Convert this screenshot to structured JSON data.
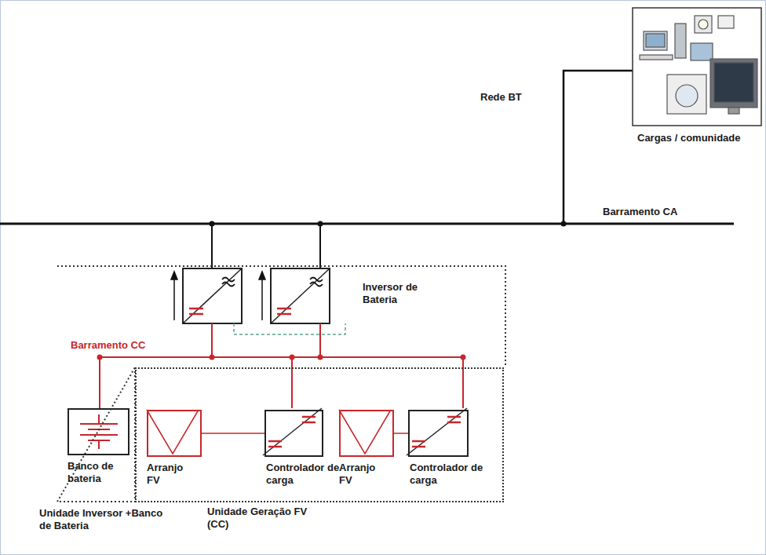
{
  "diagram": {
    "nodes": [
      {
        "text": [
          "Cargas / comunidade"
        ]
      },
      {
        "text": [
          "Unidade Inversor +Banco de Bateria"
        ]
      },
      {
        "text": [
          "Banco de bateria"
        ],
        "in": 1
      },
      {
        "text": [
          "Unidade Geração FV (CC)"
        ]
      },
      {
        "text": [
          "Arranjo FV"
        ],
        "in": 3
      },
      {
        "text": [
          "Controlador de carga"
        ],
        "in": 3
      },
      {
        "text": [
          "Arranjo FV"
        ],
        "in": 3
      },
      {
        "text": [
          "Controlador de carga"
        ],
        "in": 3
      }
    ],
    "edges": [
      {
        "from": 4,
        "to": 5,
        "arrow": "none"
      },
      {
        "from": 6,
        "to": 7,
        "arrow": "none"
      }
    ],
    "labels": [
      "Rede BT",
      "Barramento CA",
      "Inversor de Bateria",
      "Barramento CC"
    ]
  }
}
